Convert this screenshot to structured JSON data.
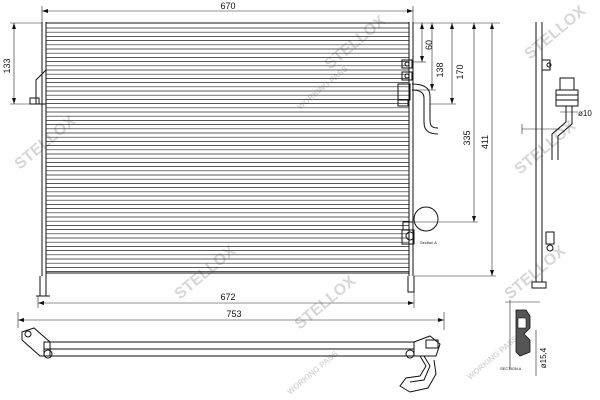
{
  "dimensions": {
    "top_width": "670",
    "left_height": "133",
    "d60": "60",
    "d138": "138",
    "d170": "170",
    "d335": "335",
    "d411": "411",
    "bottom_width_672": "672",
    "overall_width_753": "753",
    "phi10": "ø10",
    "phi15_4": "ø15,4"
  },
  "labels": {
    "section_a_main": "Section A",
    "section_a_detail": "SECTION A"
  },
  "watermark": {
    "brand": "STELLOX",
    "tagline": "WORKING PASS"
  },
  "colors": {
    "line": "#111111",
    "watermark": "#d7d7d7",
    "background": "#ffffff"
  }
}
